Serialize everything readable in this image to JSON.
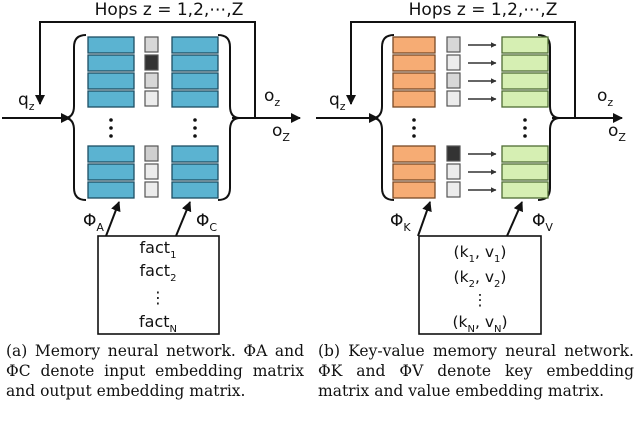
{
  "colors": {
    "blue_fill": "#5bb3d1",
    "blue_stroke": "#1d4e63",
    "orange_fill": "#f6ac74",
    "orange_stroke": "#7a4a26",
    "green_fill": "#d6efb3",
    "green_stroke": "#4e6c34",
    "cell_gray": "#d7d7d7",
    "cell_dark": "#333333"
  },
  "panel_a": {
    "hops_label": "Hops z = 1,2,⋯,Z",
    "q_label": "q",
    "q_sub": "z",
    "o_small_label": "o",
    "o_small_sub": "z",
    "o_big_label": "o",
    "o_big_sub": "Z",
    "phi_left": "Φ",
    "phi_left_sub": "A",
    "phi_right": "Φ",
    "phi_right_sub": "C",
    "facts": [
      {
        "text": "fact",
        "sub": "1"
      },
      {
        "text": "fact",
        "sub": "2"
      },
      {
        "text": "⋮",
        "sub": ""
      },
      {
        "text": "fact",
        "sub": "N"
      }
    ],
    "caption": "(a) Memory neural network. ΦA and ΦC denote input embedding matrix and output embedding matrix."
  },
  "panel_b": {
    "hops_label": "Hops z = 1,2,⋯,Z",
    "q_label": "q",
    "q_sub": "z",
    "o_small_label": "o",
    "o_small_sub": "z",
    "o_big_label": "o",
    "o_big_sub": "Z",
    "phi_left": "Φ",
    "phi_left_sub": "K",
    "phi_right": "Φ",
    "phi_right_sub": "V",
    "pairs": [
      {
        "k": "k",
        "k_sub": "1",
        "v": "v",
        "v_sub": "1"
      },
      {
        "k": "k",
        "k_sub": "2",
        "v": "v",
        "v_sub": "2"
      },
      {
        "dots": "⋮"
      },
      {
        "k": "k",
        "k_sub": "N",
        "v": "v",
        "v_sub": "N"
      }
    ],
    "caption": "(b) Key-value memory neural network. ΦK and ΦV denote key embedding matrix and value embedding matrix."
  }
}
